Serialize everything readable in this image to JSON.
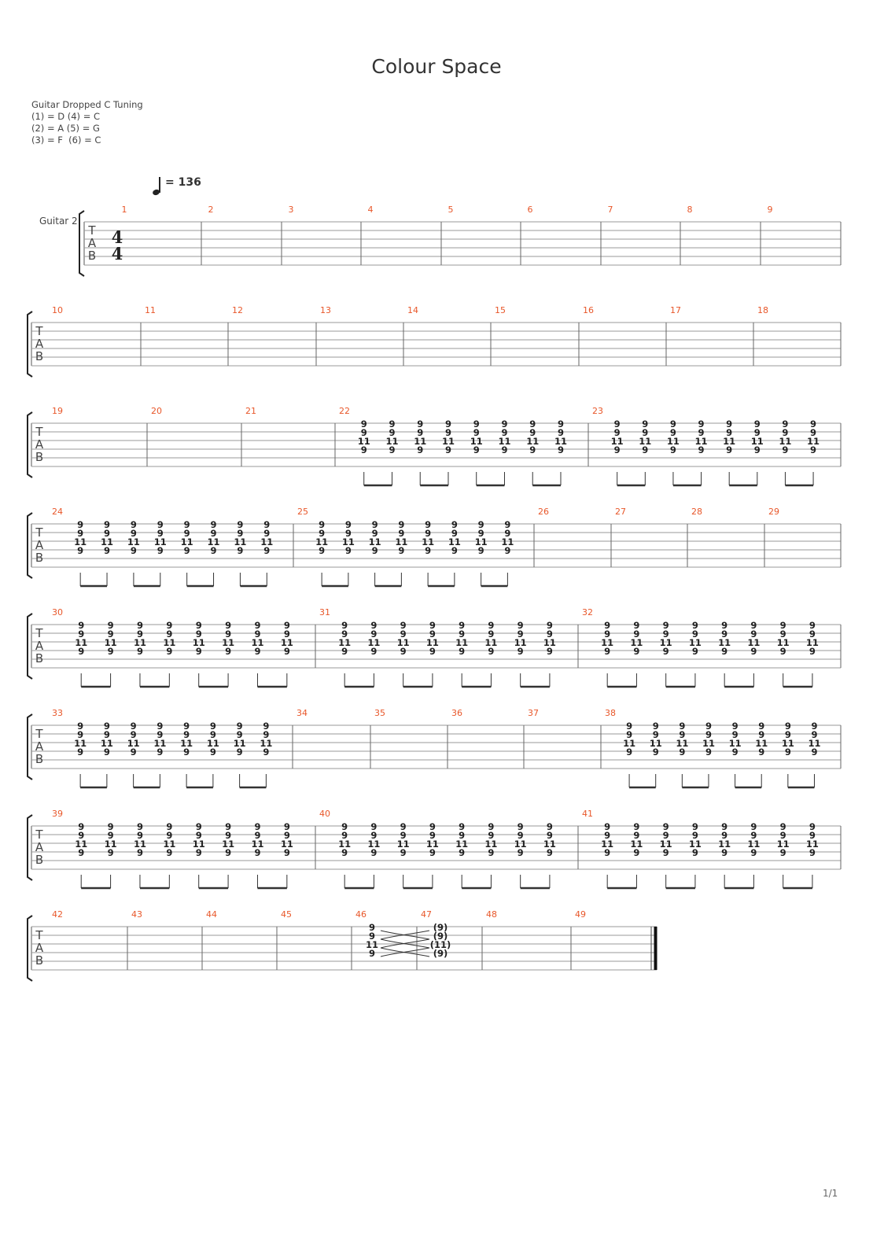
{
  "title": "Colour Space",
  "tuning": {
    "name": "Guitar Dropped C Tuning",
    "lines": [
      "(1) = D (4) = C",
      "(2) = A (5) = G",
      "(3) = F  (6) = C"
    ]
  },
  "tempo": "= 136",
  "track": "Guitar 2",
  "time_signature": {
    "top": "4",
    "bottom": "4"
  },
  "tab_letters": [
    "T",
    "A",
    "B"
  ],
  "page_number": "1/1",
  "chord": [
    "9",
    "9",
    "11",
    "9"
  ],
  "tied_chord": [
    "(9)",
    "(9)",
    "(11)",
    "(9)"
  ],
  "systems": [
    {
      "measures": [
        {
          "n": 1,
          "c": 0
        },
        {
          "n": 2,
          "c": 0
        },
        {
          "n": 3,
          "c": 0
        },
        {
          "n": 4,
          "c": 0
        },
        {
          "n": 5,
          "c": 0
        },
        {
          "n": 6,
          "c": 0
        },
        {
          "n": 7,
          "c": 0
        },
        {
          "n": 8,
          "c": 0
        },
        {
          "n": 9,
          "c": 0
        }
      ]
    },
    {
      "measures": [
        {
          "n": 10,
          "c": 0
        },
        {
          "n": 11,
          "c": 0
        },
        {
          "n": 12,
          "c": 0
        },
        {
          "n": 13,
          "c": 0
        },
        {
          "n": 14,
          "c": 0
        },
        {
          "n": 15,
          "c": 0
        },
        {
          "n": 16,
          "c": 0
        },
        {
          "n": 17,
          "c": 0
        },
        {
          "n": 18,
          "c": 0
        }
      ]
    },
    {
      "measures": [
        {
          "n": 19,
          "c": 0
        },
        {
          "n": 20,
          "c": 0
        },
        {
          "n": 21,
          "c": 0
        },
        {
          "n": 22,
          "c": 8
        },
        {
          "n": 23,
          "c": 8
        }
      ]
    },
    {
      "measures": [
        {
          "n": 24,
          "c": 8
        },
        {
          "n": 25,
          "c": 8
        },
        {
          "n": 26,
          "c": 0
        },
        {
          "n": 27,
          "c": 0
        },
        {
          "n": 28,
          "c": 0
        },
        {
          "n": 29,
          "c": 0
        }
      ]
    },
    {
      "measures": [
        {
          "n": 30,
          "c": 8
        },
        {
          "n": 31,
          "c": 8
        },
        {
          "n": 32,
          "c": 8
        }
      ]
    },
    {
      "measures": [
        {
          "n": 33,
          "c": 8
        },
        {
          "n": 34,
          "c": 0
        },
        {
          "n": 35,
          "c": 0
        },
        {
          "n": 36,
          "c": 0
        },
        {
          "n": 37,
          "c": 0
        },
        {
          "n": 38,
          "c": 8
        }
      ]
    },
    {
      "measures": [
        {
          "n": 39,
          "c": 8
        },
        {
          "n": 40,
          "c": 8
        },
        {
          "n": 41,
          "c": 8
        }
      ]
    },
    {
      "measures": [
        {
          "n": 42,
          "c": 0
        },
        {
          "n": 43,
          "c": 0
        },
        {
          "n": 44,
          "c": 0
        },
        {
          "n": 45,
          "c": 0
        },
        {
          "n": 46,
          "c": 1
        },
        {
          "n": 47,
          "c": 1,
          "tied": true
        },
        {
          "n": 48,
          "c": 0
        },
        {
          "n": 49,
          "c": 0
        }
      ]
    }
  ]
}
